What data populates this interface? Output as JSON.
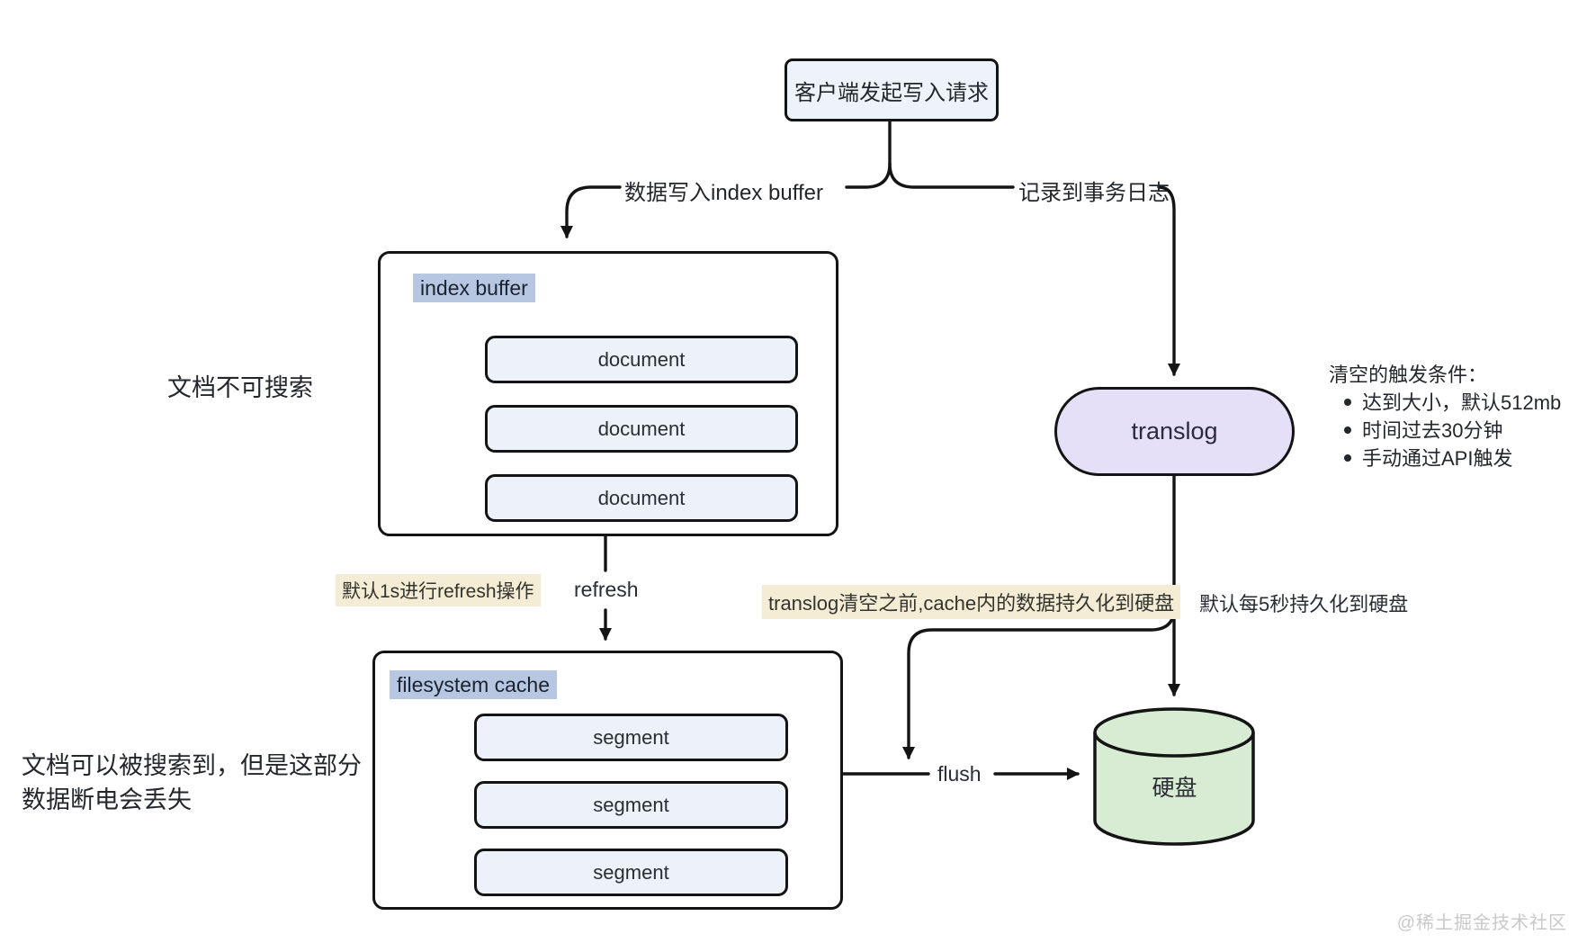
{
  "diagram": {
    "client_box_label": "客户端发起写入请求",
    "edges": {
      "to_index_buffer": "数据写入index buffer",
      "to_translog": "记录到事务日志",
      "refresh": "refresh",
      "flush": "flush"
    },
    "index_buffer": {
      "title": "index buffer",
      "items": [
        "document",
        "document",
        "document"
      ]
    },
    "filesystem_cache": {
      "title": "filesystem cache",
      "items": [
        "segment",
        "segment",
        "segment"
      ]
    },
    "translog_label": "translog",
    "disk_label": "硬盘",
    "annotations": {
      "not_searchable": "文档不可搜索",
      "searchable_line1": "文档可以被搜索到，但是这部分",
      "searchable_line2": "数据断电会丢失",
      "refresh_default": "默认1s进行refresh操作",
      "flush_before_clear": "translog清空之前,cache内的数据持久化到硬盘",
      "persist_default": "默认每5秒持久化到硬盘",
      "clear_conditions_title": "清空的触发条件：",
      "clear_conditions": [
        "达到大小，默认512mb",
        "时间过去30分钟",
        "手动通过API触发"
      ]
    },
    "watermark": "@稀土掘金技术社区",
    "colors": {
      "line": "#141414",
      "highlight_blue": "#b7c7e2",
      "highlight_cream": "#f4ecd4",
      "node_item_fill": "#edf1f9",
      "client_fill": "#eef2fa",
      "translog_fill": "#e6dff8",
      "disk_fill": "#d8ecd4"
    }
  }
}
